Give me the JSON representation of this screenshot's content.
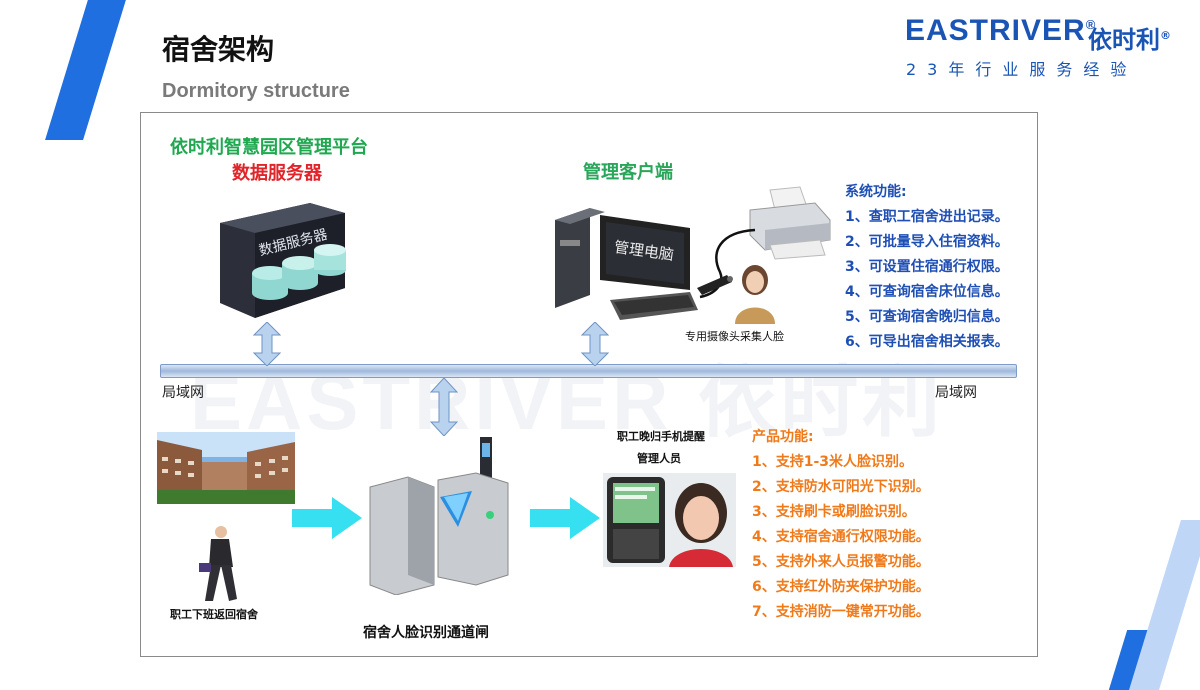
{
  "header": {
    "title_cn": "宿舍架构",
    "title_en": "Dormitory structure"
  },
  "logo": {
    "brand": "EASTRIVER",
    "reg_mark": "®",
    "brand_cn": "依时利",
    "reg_mark_cn": "®",
    "slogan": "23年行业服务经验"
  },
  "diagram": {
    "server_title_line1": "依时利智慧园区管理平台",
    "server_title_line2": "数据服务器",
    "server_label": "数据服务器",
    "client_title": "管理客户端",
    "monitor_label": "管理电脑",
    "camera_caption": "专用摄像头采集人脸",
    "lan_left": "局域网",
    "lan_right": "局域网",
    "watermark": "EASTRIVER 依时利",
    "system_functions": {
      "heading": "系统功能:",
      "items": [
        "1、查职工宿舍进出记录。",
        "2、可批量导入住宿资料。",
        "3、可设置住宿通行权限。",
        "4、可查询宿舍床位信息。",
        "5、可查询宿舍晚归信息。",
        "6、可导出宿舍相关报表。"
      ]
    },
    "worker_caption": "职工下班返回宿舍",
    "gate_caption": "宿舍人脸识别通道闸",
    "phone_caption_line1": "职工晚归手机提醒",
    "phone_caption_line2": "管理人员",
    "product_functions": {
      "heading": "产品功能:",
      "items": [
        "1、支持1-3米人脸识别。",
        "2、支持防水可阳光下识别。",
        "3、支持刷卡或刷脸识别。",
        "4、支持宿舍通行权限功能。",
        "5、支持外来人员报警功能。",
        "6、支持红外防夹保护功能。",
        "7、支持消防一键常开功能。"
      ]
    }
  },
  "colors": {
    "accent_blue": "#1f6fe0",
    "green": "#2aa65a",
    "red": "#e0242a",
    "orange": "#f07a1a",
    "list_blue": "#1f4fb5",
    "arrow_cyan": "#36e0f0"
  }
}
